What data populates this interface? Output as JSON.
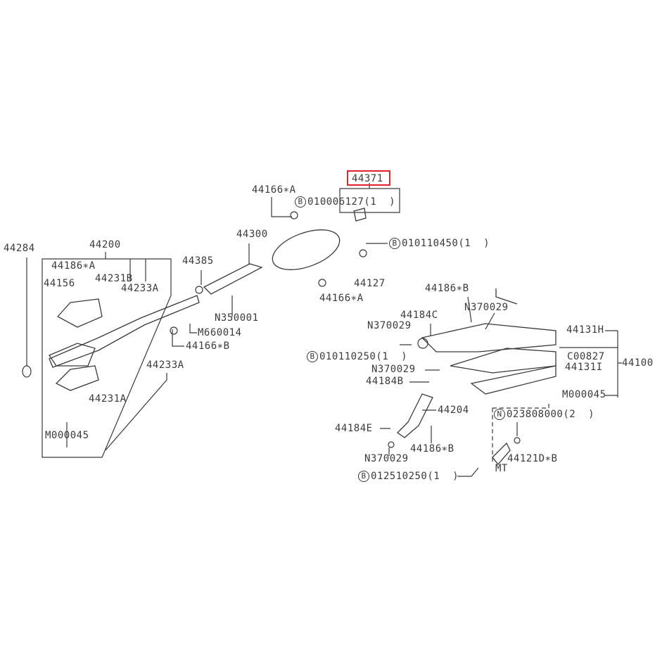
{
  "diagram": {
    "highlight_color": "#e0202a",
    "line_color": "#3a3a3a",
    "labels": [
      {
        "text": "44371"
      },
      {
        "text": "44166∗A"
      },
      {
        "prefix": "B",
        "text": "010006127(1  )"
      },
      {
        "text": "44300"
      },
      {
        "prefix": "B",
        "text": "010110450(1  )"
      },
      {
        "text": "44284"
      },
      {
        "text": "44200"
      },
      {
        "text": "44385"
      },
      {
        "text": "44186∗A"
      },
      {
        "text": "44231B"
      },
      {
        "text": "44156"
      },
      {
        "text": "44233A"
      },
      {
        "text": "44127"
      },
      {
        "text": "44166∗A"
      },
      {
        "text": "N350001"
      },
      {
        "text": "M660014"
      },
      {
        "text": "44166∗B"
      },
      {
        "text": "44233A"
      },
      {
        "text": "44231A"
      },
      {
        "text": "M000045"
      },
      {
        "text": "44186∗B"
      },
      {
        "text": "N370029"
      },
      {
        "text": "44184C"
      },
      {
        "text": "N370029"
      },
      {
        "text": "44131H"
      },
      {
        "prefix": "B",
        "text": "010110250(1  )"
      },
      {
        "text": "C00827"
      },
      {
        "text": "44100"
      },
      {
        "text": "N370029"
      },
      {
        "text": "44131I"
      },
      {
        "text": "44184B"
      },
      {
        "text": "M000045"
      },
      {
        "text": "44204"
      },
      {
        "prefix": "N",
        "text": "023808000(2  )"
      },
      {
        "text": "44184E"
      },
      {
        "text": "44186∗B"
      },
      {
        "text": "44121D∗B"
      },
      {
        "text": "N370029"
      },
      {
        "text": "MT"
      },
      {
        "prefix": "B",
        "text": "012510250(1  )"
      }
    ]
  }
}
